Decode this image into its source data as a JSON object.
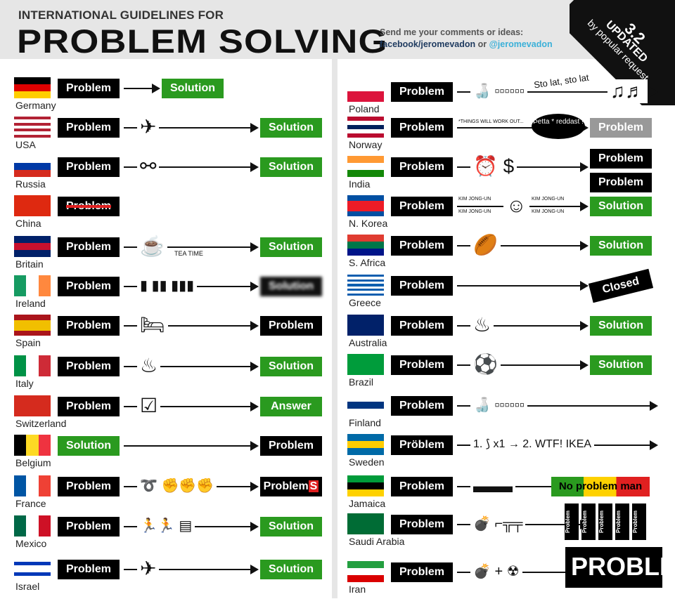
{
  "header": {
    "subtitle": "INTERNATIONAL GUIDELINES FOR",
    "title": "PROBLEM SOLVING",
    "contact_line1": "Send me your comments or ideas:",
    "contact_fb": "facebook/jeromevadon",
    "contact_or": " or ",
    "contact_tw": "@jeromevadon"
  },
  "badge": {
    "version": "3.2",
    "updated": "UPDATED",
    "by": "by popular request"
  },
  "colors": {
    "green": "#2a9a1f",
    "black": "#000000",
    "gray": "#999999"
  },
  "left": [
    {
      "country": "Germany",
      "flag": {
        "dir": "h",
        "c": [
          "#000",
          "#dd0000",
          "#ffce00"
        ]
      },
      "first": "Problem",
      "first_color": "#000",
      "icon": "",
      "icon_name": "none",
      "result": "Solution",
      "result_color": "#2a9a1f",
      "short": true
    },
    {
      "country": "USA",
      "flag": {
        "dir": "h",
        "c": [
          "#b22234",
          "#fff",
          "#b22234",
          "#fff",
          "#b22234",
          "#fff",
          "#b22234"
        ]
      },
      "first": "Problem",
      "first_color": "#000",
      "icon": "✈",
      "icon_name": "drone-icon",
      "result": "Solution",
      "result_color": "#2a9a1f"
    },
    {
      "country": "Russia",
      "flag": {
        "dir": "h",
        "c": [
          "#fff",
          "#0039a6",
          "#d52b1e"
        ]
      },
      "first": "Problem",
      "first_color": "#000",
      "icon": "⚯",
      "icon_name": "handcuffs-icon",
      "result": "Solution",
      "result_color": "#2a9a1f"
    },
    {
      "country": "China",
      "flag": {
        "dir": "h",
        "c": [
          "#de2910"
        ]
      },
      "first": "Problem",
      "first_color": "#000",
      "icon": "",
      "icon_name": "none",
      "result": "",
      "result_color": "",
      "crossed": true
    },
    {
      "country": "Britain",
      "flag": {
        "dir": "h",
        "c": [
          "#012169",
          "#c8102e",
          "#012169"
        ]
      },
      "first": "Problem",
      "first_color": "#000",
      "icon": "☕",
      "icon_name": "tea-cup-icon",
      "icon_text": "TEA TIME",
      "result": "Solution",
      "result_color": "#2a9a1f"
    },
    {
      "country": "Ireland",
      "flag": {
        "dir": "v",
        "c": [
          "#169b62",
          "#fff",
          "#ff883e"
        ]
      },
      "first": "Problem",
      "first_color": "#000",
      "icon": "▮ ▮▮ ▮▮▮",
      "icon_name": "beer-glasses-icon",
      "result": "Solution",
      "result_color": "#111",
      "blur": true
    },
    {
      "country": "Spain",
      "flag": {
        "dir": "h",
        "c": [
          "#aa151b",
          "#f1bf00",
          "#f1bf00",
          "#aa151b"
        ]
      },
      "first": "Problem",
      "first_color": "#000",
      "icon": "🛏",
      "icon_name": "siesta-bed-icon",
      "result": "Problem",
      "result_color": "#000"
    },
    {
      "country": "Italy",
      "flag": {
        "dir": "v",
        "c": [
          "#009246",
          "#fff",
          "#ce2b37"
        ]
      },
      "first": "Problem",
      "first_color": "#000",
      "icon": "♨",
      "icon_name": "spaghetti-plate-icon",
      "result": "Solution",
      "result_color": "#2a9a1f"
    },
    {
      "country": "Switzerland",
      "flag": {
        "dir": "h",
        "c": [
          "#d52b1e"
        ]
      },
      "first": "Problem",
      "first_color": "#000",
      "icon": "☑",
      "icon_name": "ballot-box-icon",
      "result": "Answer",
      "result_color": "#2a9a1f"
    },
    {
      "country": "Belgium",
      "flag": {
        "dir": "v",
        "c": [
          "#000",
          "#fdda24",
          "#ef3340"
        ]
      },
      "first": "Solution",
      "first_color": "#2a9a1f",
      "icon": "",
      "icon_name": "none",
      "result": "Problem",
      "result_color": "#000"
    },
    {
      "country": "France",
      "flag": {
        "dir": "v",
        "c": [
          "#0055a4",
          "#fff",
          "#ef4135"
        ]
      },
      "first": "Problem",
      "first_color": "#000",
      "icon": "➰ ✊✊✊",
      "icon_name": "protest-crowd-icon",
      "result": "ProblemS",
      "result_color": "#000"
    },
    {
      "country": "Mexico",
      "flag": {
        "dir": "v",
        "c": [
          "#006847",
          "#fff",
          "#ce1126"
        ]
      },
      "first": "Problem",
      "first_color": "#000",
      "icon": "🏃🏃 ▤",
      "icon_name": "migrants-icon",
      "result": "Solution",
      "result_color": "#2a9a1f"
    },
    {
      "country": "Israel",
      "flag": {
        "dir": "h",
        "c": [
          "#fff",
          "#0038b8",
          "#fff",
          "#fff",
          "#0038b8",
          "#fff"
        ]
      },
      "first": "Problem",
      "first_color": "#000",
      "icon": "✈",
      "icon_name": "fighter-jet-icon",
      "result": "Solution",
      "result_color": "#2a9a1f"
    }
  ],
  "right": [
    {
      "country": "Poland",
      "flag": {
        "dir": "h",
        "c": [
          "#fff",
          "#dc143c"
        ]
      },
      "first": "Problem",
      "first_color": "#000",
      "icon": "🍶 ▫▫▫▫▫▫",
      "icon_name": "vodka-bottle-icon",
      "icon_text": "Sto lat, sto lat",
      "music": "♫♬",
      "result": "",
      "result_color": ""
    },
    {
      "country": "Norway",
      "flag": {
        "dir": "h",
        "c": [
          "#ba0c2f",
          "#fff",
          "#00205b",
          "#fff",
          "#ba0c2f"
        ]
      },
      "first": "Problem",
      "first_color": "#000",
      "icon": "",
      "icon_name": "speech-bubble-icon",
      "icon_text": "*THINGS WILL WORK OUT...",
      "bubble": "Þetta * reddast !",
      "result": "Problem",
      "result_color": "#999"
    },
    {
      "country": "India",
      "flag": {
        "dir": "h",
        "c": [
          "#ff9933",
          "#fff",
          "#138808"
        ]
      },
      "first": "Problem",
      "first_color": "#000",
      "icon": "⏰ $",
      "icon_name": "clock-money-icon",
      "result": "Problem",
      "result2": "Problem",
      "result_color": "#000"
    },
    {
      "country": "N. Korea",
      "flag": {
        "dir": "h",
        "c": [
          "#024fa2",
          "#ed1c27",
          "#ed1c27",
          "#024fa2"
        ]
      },
      "first": "Problem",
      "first_color": "#000",
      "icon": "☺",
      "icon_name": "kim-jong-un-face-icon",
      "kim": "KIM JONG-UN",
      "result": "Solution",
      "result_color": "#2a9a1f"
    },
    {
      "country": "S. Africa",
      "flag": {
        "dir": "h",
        "c": [
          "#e03c31",
          "#007749",
          "#001489"
        ]
      },
      "first": "Problem",
      "first_color": "#000",
      "icon": "🏉",
      "icon_name": "rugby-player-icon",
      "result": "Solution",
      "result_color": "#2a9a1f"
    },
    {
      "country": "Greece",
      "flag": {
        "dir": "h",
        "c": [
          "#0d5eaf",
          "#fff",
          "#0d5eaf",
          "#fff",
          "#0d5eaf",
          "#fff",
          "#0d5eaf",
          "#fff",
          "#0d5eaf"
        ]
      },
      "first": "Problem",
      "first_color": "#000",
      "icon": "",
      "icon_name": "none",
      "result": "Closed",
      "result_color": "#000",
      "rotated": true
    },
    {
      "country": "Australia",
      "flag": {
        "dir": "h",
        "c": [
          "#012169"
        ]
      },
      "first": "Problem",
      "first_color": "#000",
      "icon": "♨",
      "icon_name": "barbecue-grill-icon",
      "result": "Solution",
      "result_color": "#2a9a1f"
    },
    {
      "country": "Brazil",
      "flag": {
        "dir": "h",
        "c": [
          "#009c3b"
        ]
      },
      "first": "Problem",
      "first_color": "#000",
      "icon": "⚽",
      "icon_name": "soccer-player-icon",
      "result": "Solution",
      "result_color": "#2a9a1f"
    },
    {
      "country": "Finland",
      "flag": {
        "dir": "h",
        "c": [
          "#fff",
          "#003580",
          "#fff"
        ]
      },
      "first": "Problem",
      "first_color": "#000",
      "icon": "🍶 ▫▫▫▫▫▫",
      "icon_name": "vodka-bottle-icon",
      "result": "",
      "result_color": ""
    },
    {
      "country": "Sweden",
      "flag": {
        "dir": "h",
        "c": [
          "#006aa7",
          "#fecc00",
          "#006aa7"
        ]
      },
      "first": "Pröblem",
      "first_color": "#000",
      "icon": "1. ⟆ x1 → 2. WTF! IKEA",
      "icon_name": "ikea-assembly-icon",
      "result": "",
      "result_color": ""
    },
    {
      "country": "Jamaica",
      "flag": {
        "dir": "h",
        "c": [
          "#009b3a",
          "#000",
          "#fed100"
        ]
      },
      "first": "Problem",
      "first_color": "#000",
      "icon": "▬▬",
      "icon_name": "joint-icon",
      "result": "No problem man",
      "result_color": "rasta"
    },
    {
      "country": "Saudi Arabia",
      "flag": {
        "dir": "h",
        "c": [
          "#006c35"
        ]
      },
      "first": "Problem",
      "first_color": "#000",
      "icon": "💣 ⌐╦╤",
      "icon_name": "bomb-rifle-icon",
      "result": "Problem",
      "result_color": "#000",
      "multi": 5
    },
    {
      "country": "Iran",
      "flag": {
        "dir": "h",
        "c": [
          "#239f40",
          "#fff",
          "#da0000"
        ]
      },
      "first": "Problem",
      "first_color": "#000",
      "icon": "💣 + ☢",
      "icon_name": "bomb-radiation-icon",
      "result": "PROBLEM",
      "result_color": "#000",
      "big": true
    }
  ]
}
